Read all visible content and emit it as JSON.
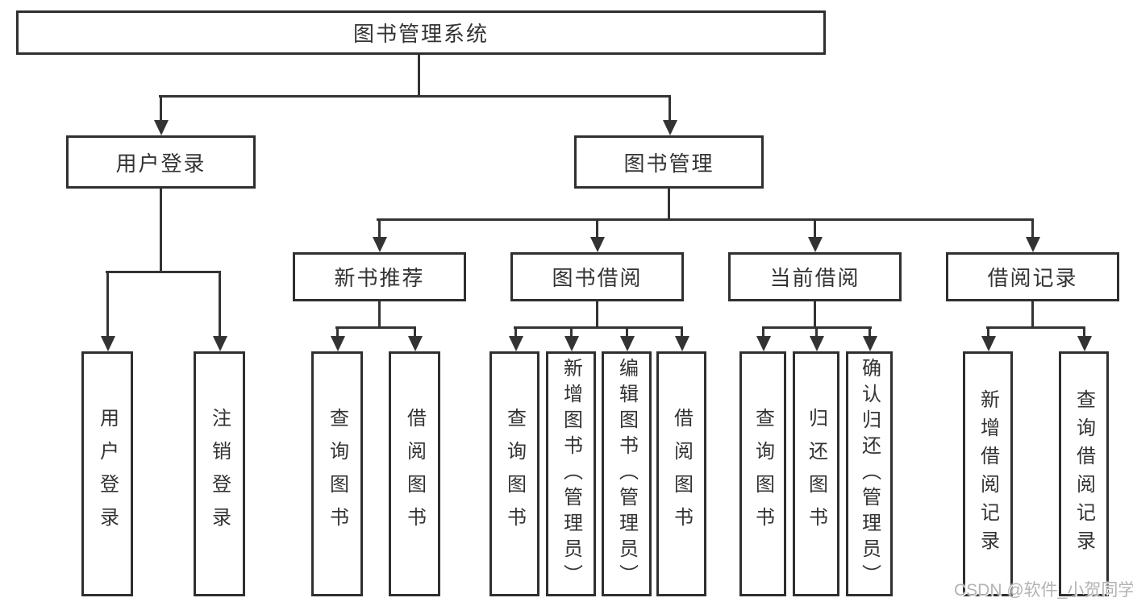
{
  "diagram": {
    "title": "图书管理系统",
    "tree": {
      "label": "图书管理系统",
      "children": [
        {
          "label": "用户登录",
          "leaves": [
            "用户登录",
            "注销登录"
          ]
        },
        {
          "label": "图书管理",
          "children": [
            {
              "label": "新书推荐",
              "leaves": [
                "查询图书",
                "借阅图书"
              ]
            },
            {
              "label": "图书借阅",
              "leaves": [
                "查询图书",
                "新增图书（管理员）",
                "编辑图书（管理员）",
                "借阅图书"
              ]
            },
            {
              "label": "当前借阅",
              "leaves": [
                "查询图书",
                "归还图书",
                "确认归还（管理员）"
              ]
            },
            {
              "label": "借阅记录",
              "leaves": [
                "新增借阅记录",
                "查询借阅记录"
              ]
            }
          ]
        }
      ]
    },
    "watermark": "CSDN @软件_小贺同学",
    "colors": {
      "line": "#333333",
      "text": "#333333",
      "border": "#2f2f2f",
      "watermark": "#b3b3b3",
      "background": "#ffffff"
    }
  }
}
